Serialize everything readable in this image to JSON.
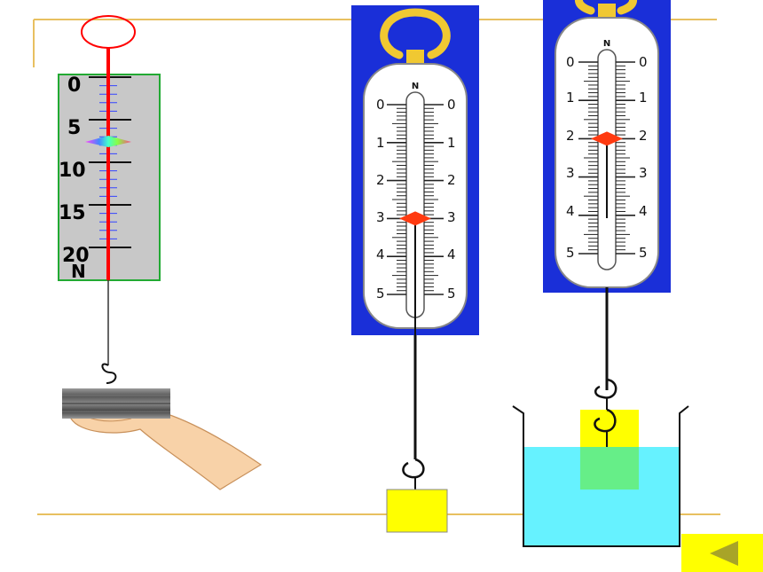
{
  "colors": {
    "gold_rule": "#e8c060",
    "panel_blue": "#1a2fd8",
    "pointer_red": "#ff3a10",
    "slider_red": "#ff0000",
    "water": "#66f2ff",
    "weight_yellow": "#ffff00",
    "submerged_green": "#66ee88",
    "nav_button": "#ffff00"
  },
  "scale_a": {
    "ticks": [
      "0",
      "5",
      "10",
      "15",
      "20"
    ],
    "unit": "N",
    "max": 20
  },
  "scale_b": {
    "top_mark": "N",
    "left_ticks": [
      "0",
      "1",
      "2",
      "3",
      "4",
      "5"
    ],
    "right_ticks": [
      "0",
      "1",
      "2",
      "3",
      "4",
      "5"
    ],
    "max": 5,
    "reading": 3
  },
  "scale_c": {
    "top_mark": "N",
    "left_ticks": [
      "0",
      "1",
      "2",
      "3",
      "4",
      "5"
    ],
    "right_ticks": [
      "0",
      "1",
      "2",
      "3",
      "4",
      "5"
    ],
    "max": 5,
    "reading": 2
  },
  "nav": {
    "back_icon": "triangle-left-icon"
  }
}
